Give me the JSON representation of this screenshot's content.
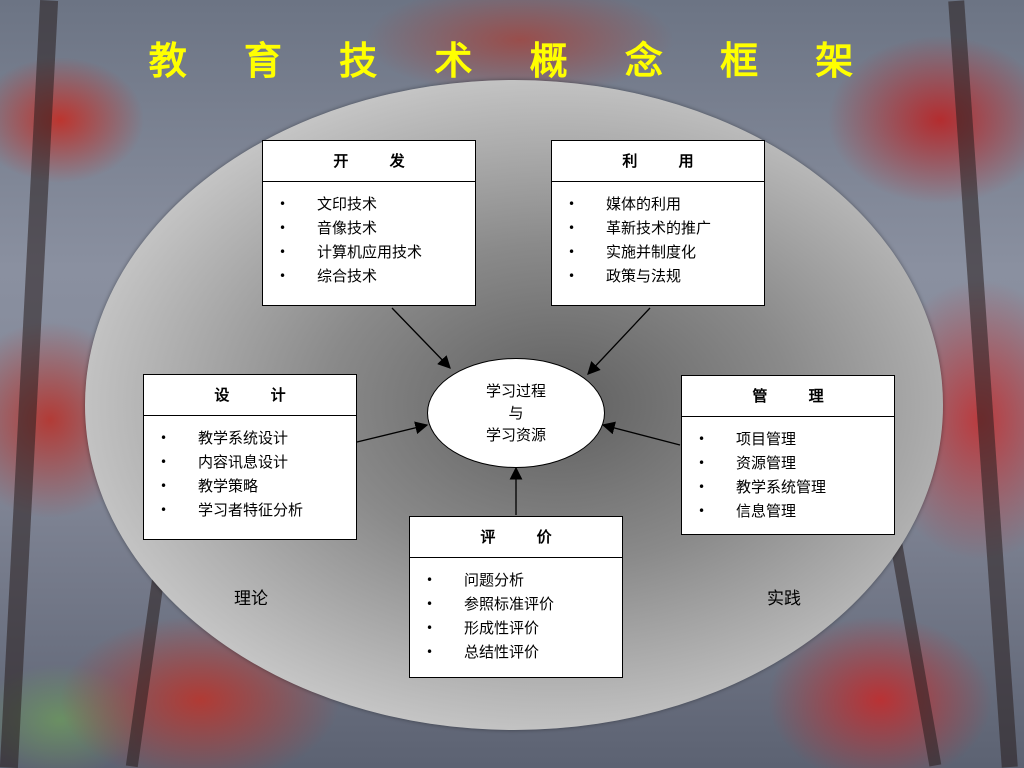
{
  "title": "教 育 技 术 概 念 框 架",
  "center": [
    "学习过程",
    "与",
    "学习资源"
  ],
  "boxes": {
    "develop": {
      "heading": "开 发",
      "items": [
        "文印技术",
        "音像技术",
        "计算机应用技术",
        "综合技术"
      ]
    },
    "utilize": {
      "heading": "利 用",
      "items": [
        "媒体的利用",
        "革新技术的推广",
        "实施并制度化",
        "政策与法规"
      ]
    },
    "design": {
      "heading": "设 计",
      "items": [
        "教学系统设计",
        "内容讯息设计",
        "教学策略",
        "学习者特征分析"
      ]
    },
    "manage": {
      "heading": "管 理",
      "items": [
        "项目管理",
        "资源管理",
        "教学系统管理",
        "信息管理"
      ]
    },
    "evaluate": {
      "heading": "评 价",
      "items": [
        "问题分析",
        "参照标准评价",
        "形成性评价",
        "总结性评价"
      ]
    }
  },
  "labels": {
    "theory": "理论",
    "practice": "实践"
  },
  "colors": {
    "title": "#ffff00"
  }
}
